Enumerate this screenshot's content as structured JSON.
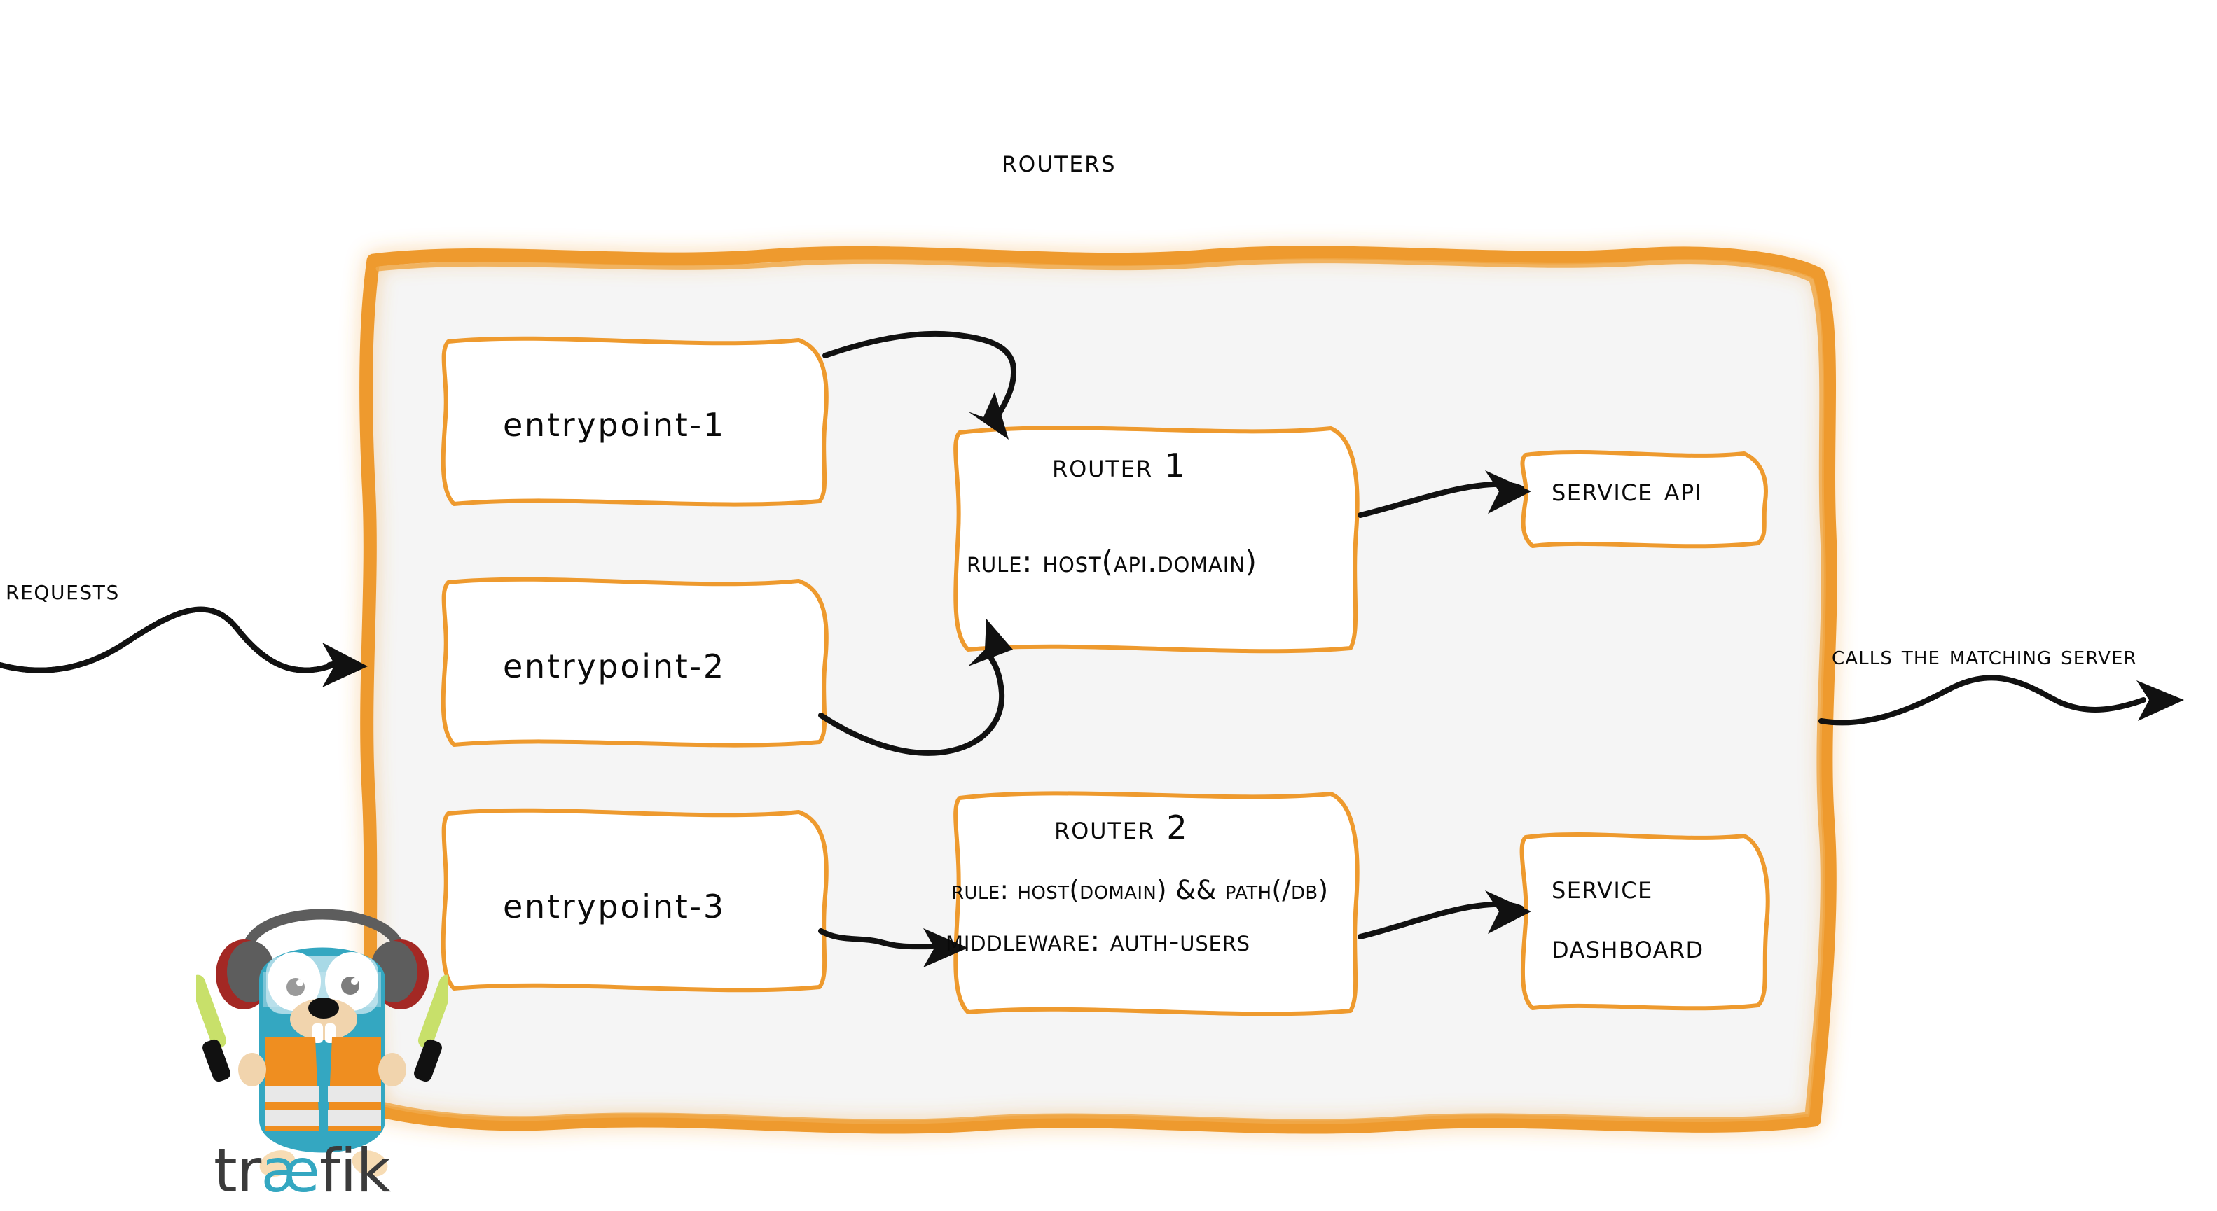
{
  "diagram": {
    "title": "Routers",
    "background_color": "#ffffff",
    "panel_fill": "#f5f5f5",
    "accent_color": "#ee9a2e",
    "ink_color": "#0a0a0a"
  },
  "entrypoints": [
    {
      "label": "entrypoint-1"
    },
    {
      "label": "entrypoint-2"
    },
    {
      "label": "entrypoint-3"
    }
  ],
  "routers": [
    {
      "title": "Router 1",
      "rule": "rule: Host(api.domain)"
    },
    {
      "title": "Router 2",
      "rule": "rule: Host(domain) && Path(/db)",
      "middleware": "Middleware: auth-users"
    }
  ],
  "services": [
    {
      "label": "Service API"
    },
    {
      "line1": "Service",
      "line2": "Dashboard"
    }
  ],
  "captions": {
    "requests": "Requests",
    "calls": "Calls the matching server"
  },
  "branding": {
    "wordmark_part1": "tr",
    "wordmark_ae": "æ",
    "wordmark_part2": "fik",
    "logo_name": "traefik-gopher-mascot",
    "body_color": "#34a7c1",
    "vest_color": "#ef8e20",
    "stripe_color": "#e8e8e8",
    "wand_color": "#c8e06a",
    "headphone_color": "#5d5d5d",
    "earcup_accent": "#a32824",
    "wordmark_color": "#3b3b3b",
    "ae_color": "#34a7c1"
  }
}
